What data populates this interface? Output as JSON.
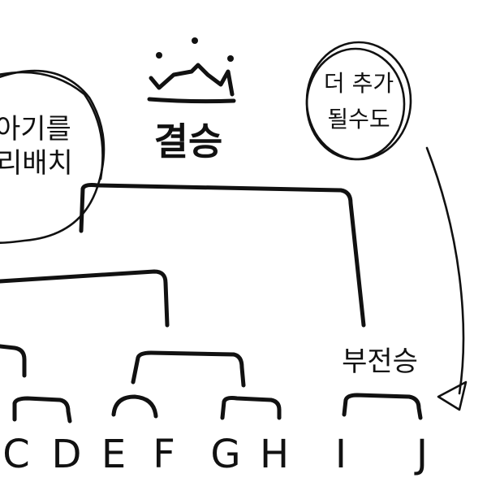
{
  "diagram": {
    "title": "결승",
    "left_note": {
      "line1": "아기를",
      "line2": "리배치"
    },
    "right_note": {
      "line1": "더 추가",
      "line2": "될수도"
    },
    "side_label": "부전승",
    "teams": [
      "C",
      "D",
      "E",
      "F",
      "G",
      "H",
      "I",
      "J"
    ]
  },
  "colors": {
    "ink": "#111111",
    "background": "#ffffff"
  },
  "icons": {
    "crown": "crown-icon",
    "arrow": "arrow-head-icon"
  }
}
